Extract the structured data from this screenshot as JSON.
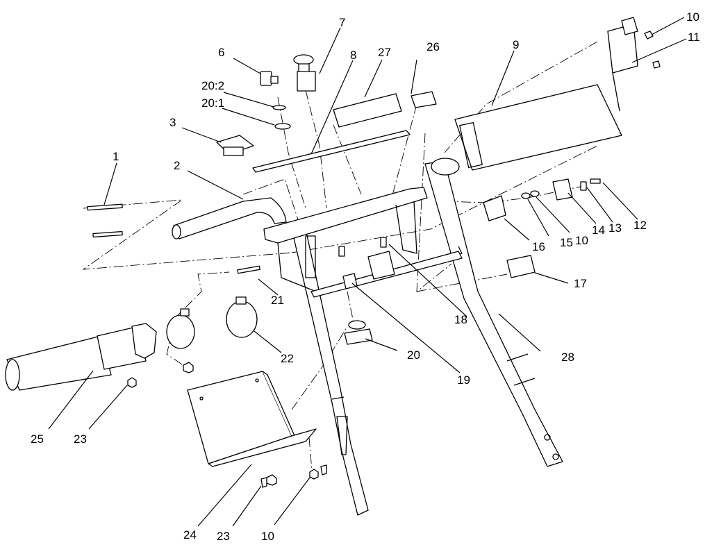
{
  "callouts": [
    {
      "id": "c1",
      "text": "1"
    },
    {
      "id": "c2",
      "text": "2"
    },
    {
      "id": "c3",
      "text": "3"
    },
    {
      "id": "c6",
      "text": "6"
    },
    {
      "id": "c7",
      "text": "7"
    },
    {
      "id": "c8",
      "text": "8"
    },
    {
      "id": "c9",
      "text": "9"
    },
    {
      "id": "c10a",
      "text": "10"
    },
    {
      "id": "c10b",
      "text": "10"
    },
    {
      "id": "c10c",
      "text": "10"
    },
    {
      "id": "c11",
      "text": "11"
    },
    {
      "id": "c12",
      "text": "12"
    },
    {
      "id": "c13",
      "text": "13"
    },
    {
      "id": "c14",
      "text": "14"
    },
    {
      "id": "c15",
      "text": "15"
    },
    {
      "id": "c16",
      "text": "16"
    },
    {
      "id": "c17",
      "text": "17"
    },
    {
      "id": "c18",
      "text": "18"
    },
    {
      "id": "c19",
      "text": "19"
    },
    {
      "id": "c20",
      "text": "20"
    },
    {
      "id": "c20_1",
      "text": "20:1"
    },
    {
      "id": "c20_2",
      "text": "20:2"
    },
    {
      "id": "c21",
      "text": "21"
    },
    {
      "id": "c22",
      "text": "22"
    },
    {
      "id": "c23a",
      "text": "23"
    },
    {
      "id": "c23b",
      "text": "23"
    },
    {
      "id": "c24",
      "text": "24"
    },
    {
      "id": "c25",
      "text": "25"
    },
    {
      "id": "c26",
      "text": "26"
    },
    {
      "id": "c27",
      "text": "27"
    },
    {
      "id": "c28",
      "text": "28"
    }
  ]
}
